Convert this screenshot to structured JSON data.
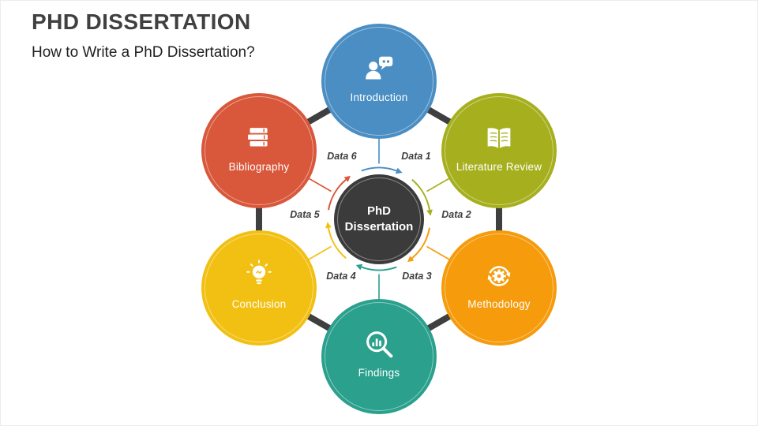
{
  "slide": {
    "title": "PHD DISSERTATION",
    "subtitle": "How to Write a PhD Dissertation?",
    "background": "#ffffff",
    "title_color": "#404040"
  },
  "diagram": {
    "hexagon_color": "#3f3f3f",
    "center": {
      "line1": "PhD",
      "line2": "Dissertation",
      "color": "#3b3b3b",
      "text_color": "#ffffff"
    },
    "nodes": [
      {
        "id": "introduction",
        "label": "Introduction",
        "icon": "presentation-chat-icon",
        "color": "#4a8ec4"
      },
      {
        "id": "literature-review",
        "label": "Literature Review",
        "icon": "open-book-icon",
        "color": "#a6b01e"
      },
      {
        "id": "methodology",
        "label": "Methodology",
        "icon": "gear-sync-icon",
        "color": "#f59b0c"
      },
      {
        "id": "findings",
        "label": "Findings",
        "icon": "search-chart-icon",
        "color": "#2aa08d"
      },
      {
        "id": "conclusion",
        "label": "Conclusion",
        "icon": "idea-bulb-icon",
        "color": "#f2c013"
      },
      {
        "id": "bibliography",
        "label": "Bibliography",
        "icon": "books-stack-icon",
        "color": "#d9573b"
      }
    ],
    "data_labels": [
      "Data 1",
      "Data 2",
      "Data 3",
      "Data 4",
      "Data 5",
      "Data 6"
    ]
  }
}
